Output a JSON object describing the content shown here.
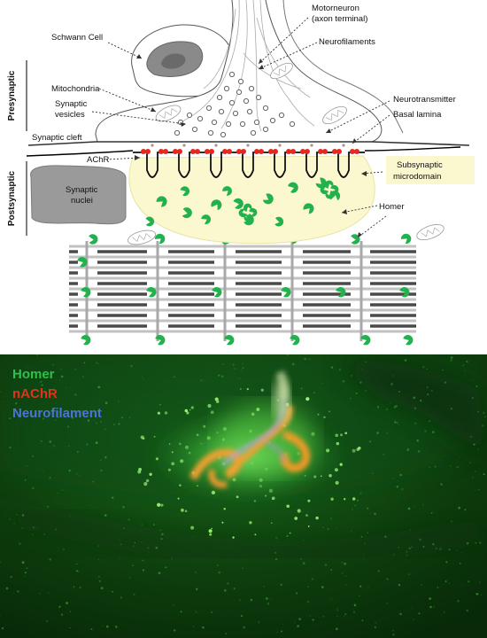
{
  "labels": {
    "schwann_cell": "Schwann Cell",
    "motoneuron_line1": "Motorneuron",
    "motoneuron_line2": "(axon terminal)",
    "neurofilaments": "Neurofilaments",
    "presynaptic": "Presynaptic",
    "postsynaptic": "Postsynaptic",
    "mitochondria": "Mitochondria",
    "synaptic_vesicles_line1": "Synaptic",
    "synaptic_vesicles_line2": "vesicles",
    "neurotransmitter": "Neurotransmitter",
    "basal_lamina": "Basal lamina",
    "synaptic_cleft": "Synaptic cleft",
    "achr": "AChR",
    "subsynaptic_line1": "Subsynaptic",
    "subsynaptic_line2": "microdomain",
    "synaptic_nuclei_line1": "Synaptic",
    "synaptic_nuclei_line2": "nuclei",
    "homer": "Homer"
  },
  "micrograph_legend": {
    "homer": "Homer",
    "nachr": "nAChR",
    "neurofilament": "Neurofilament"
  },
  "colors": {
    "homer": "#22b14c",
    "achr": "#e8281e",
    "neurofilament": "#4a6fd0",
    "subsynaptic_fill": "#fbf8cf",
    "nucleus": "#9a9a9a",
    "background_tissue": "#0d3a0d"
  }
}
